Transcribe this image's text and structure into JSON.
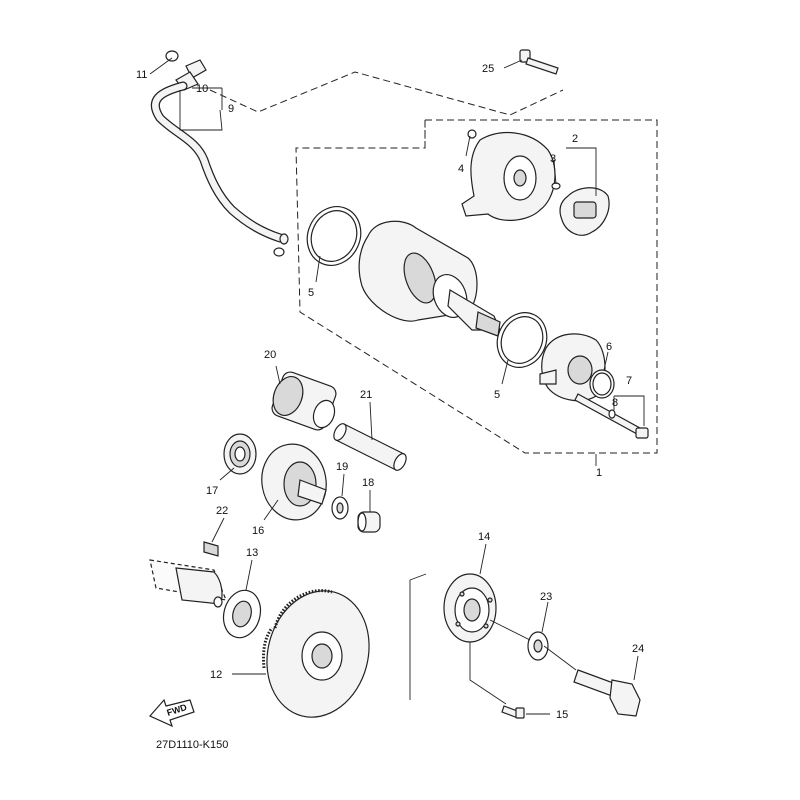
{
  "diagram": {
    "code": "27D1110-K150",
    "fwd_label": "FWD",
    "callouts": [
      "1",
      "2",
      "3",
      "4",
      "5",
      "5",
      "6",
      "7",
      "8",
      "9",
      "10",
      "11",
      "12",
      "13",
      "14",
      "15",
      "16",
      "17",
      "18",
      "19",
      "20",
      "21",
      "22",
      "23",
      "24",
      "25"
    ]
  }
}
